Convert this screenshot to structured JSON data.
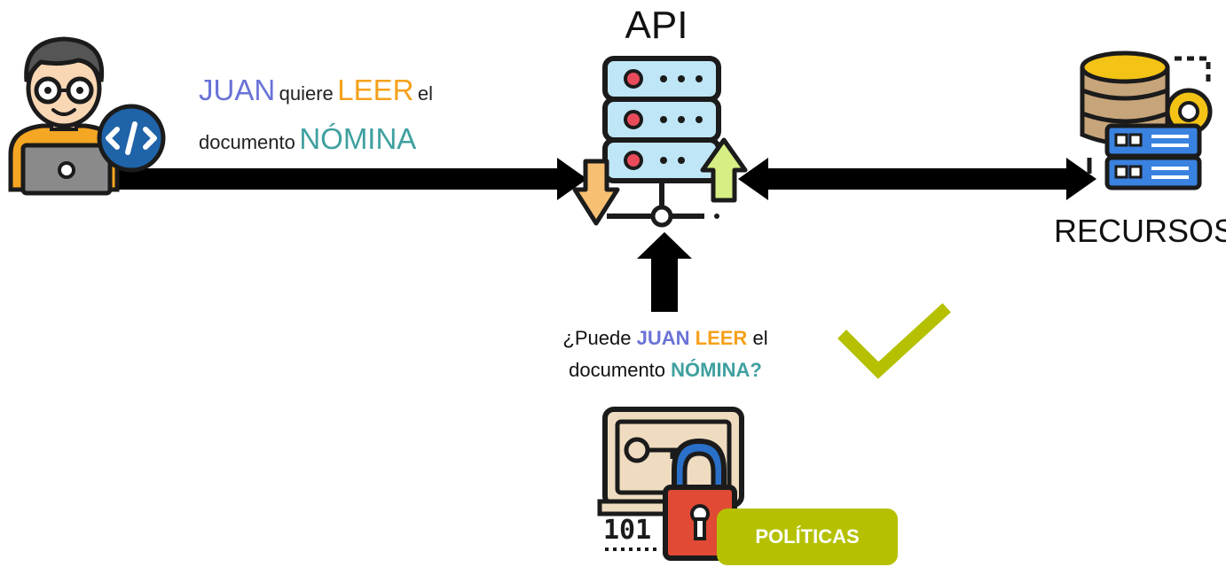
{
  "api_label": "API",
  "resources_label": "RECURSOS",
  "request": {
    "subject": "JUAN",
    "verb_connector": "quiere",
    "action": "LEER",
    "article": "el",
    "object_prefix": "documento",
    "object": "NÓMINA"
  },
  "question": {
    "prefix": "¿Puede",
    "subject": "JUAN",
    "action": "LEER",
    "article": "el",
    "object_prefix": "documento",
    "object": "NÓMINA?"
  },
  "policy_badge": "POLÍTICAS",
  "policy_code": "101",
  "colors": {
    "subject": "#6a73d6",
    "action": "#f5a11c",
    "object": "#3fa0a0",
    "badge": "#b5c100",
    "check": "#b5c100",
    "arrow": "#000000"
  },
  "icons": [
    "developer-user-icon",
    "code-icon",
    "server-icon",
    "database-resources-icon",
    "gear-icon",
    "policy-lock-icon",
    "checkmark-icon"
  ]
}
